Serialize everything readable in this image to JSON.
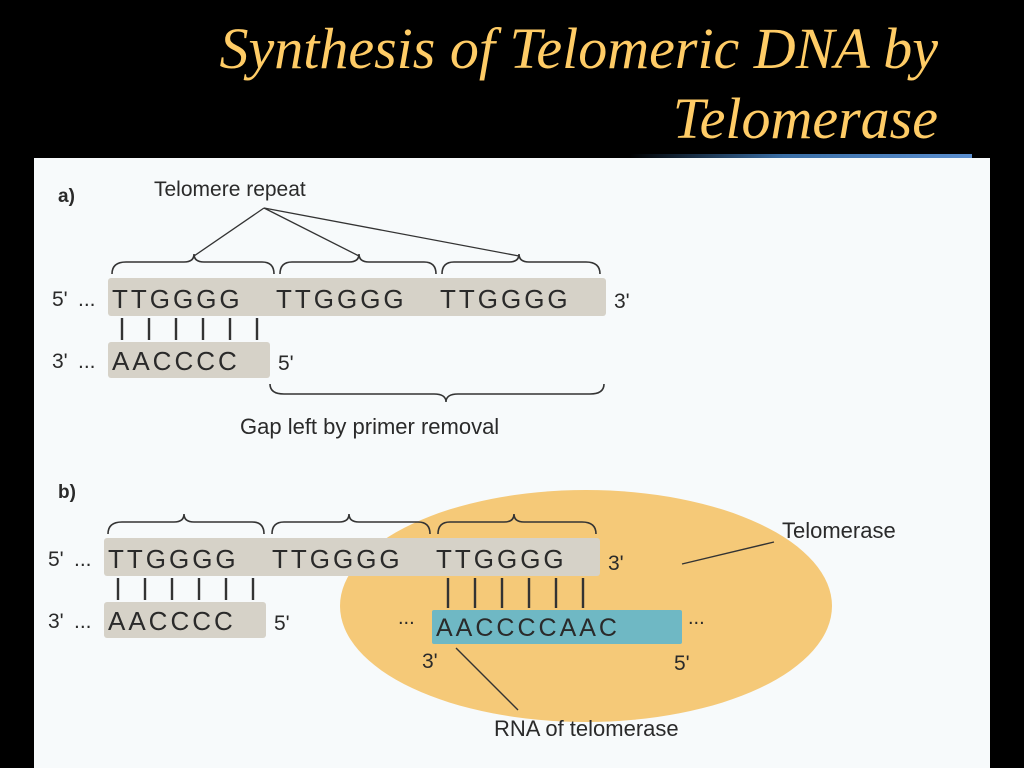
{
  "slide": {
    "title_line1": "Synthesis of Telomeric DNA by",
    "title_line2": "Telomerase"
  },
  "colors": {
    "background": "#000000",
    "title": "#FFCC66",
    "panel": "#F7FAFB",
    "telomerase_blob": "#F5C978",
    "rna_highlight": "#6FB8C4",
    "strand_highlight": "#D6D2C8"
  },
  "panel_a": {
    "label": "a)",
    "telomere_repeat_label": "Telomere repeat",
    "top_strand": {
      "five_prime": "5'",
      "dots": "...",
      "repeats": [
        "TTGGGG",
        "TTGGGG",
        "TTGGGG"
      ],
      "three_prime": "3'"
    },
    "bottom_strand": {
      "three_prime": "3'",
      "dots": "...",
      "sequence": "AACCCC",
      "five_prime": "5'"
    },
    "gap_label": "Gap left by primer removal"
  },
  "panel_b": {
    "label": "b)",
    "top_strand": {
      "five_prime": "5'",
      "dots": "...",
      "repeats": [
        "TTGGGG",
        "TTGGGG",
        "TTGGGG"
      ],
      "three_prime": "3'"
    },
    "bottom_strand": {
      "three_prime": "3'",
      "dots": "...",
      "sequence": "AACCCC",
      "five_prime": "5'"
    },
    "rna": {
      "dots_left": "...",
      "sequence": "AACCCCAAC",
      "dots_right": "...",
      "three_prime": "3'",
      "five_prime": "5'"
    },
    "telomerase_label": "Telomerase",
    "rna_label": "RNA of telomerase"
  }
}
